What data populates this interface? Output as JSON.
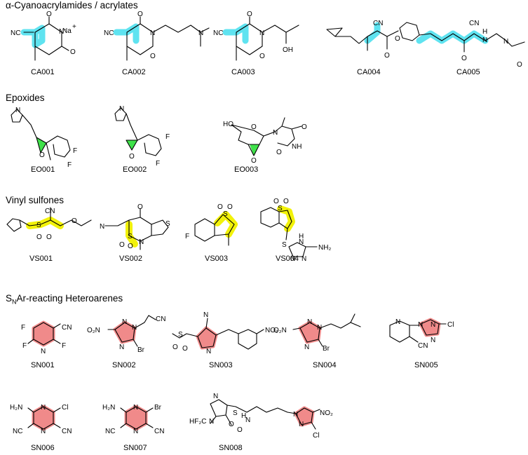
{
  "sections": {
    "cyano": "α-Cyanoacrylamides / acrylates",
    "epoxides": "Epoxides",
    "vinyl": "Vinyl sulfones",
    "snar_prefix": "S",
    "snar_sub": "N",
    "snar_suffix": "Ar-reacting Heteroarenes"
  },
  "compounds": {
    "CA001": "CA001",
    "CA002": "CA002",
    "CA003": "CA003",
    "CA004": "CA004",
    "CA005": "CA005",
    "EO001": "EO001",
    "EO002": "EO002",
    "EO003": "EO003",
    "VS001": "VS001",
    "VS002": "VS002",
    "VS003": "VS003",
    "VS004": "VS004",
    "SN001": "SN001",
    "SN002": "SN002",
    "SN003": "SN003",
    "SN004": "SN004",
    "SN005": "SN005",
    "SN006": "SN006",
    "SN007": "SN007",
    "SN008": "SN008"
  },
  "atoms": {
    "N": "N",
    "NC": "NC",
    "CN": "CN",
    "O": "O",
    "OH": "OH",
    "HO": "HO",
    "H": "H",
    "NH": "NH",
    "Na": "Na",
    "plus": "+",
    "minus": "-",
    "F": "F",
    "S": "S",
    "Br": "Br",
    "Cl": "Cl",
    "O2N": "O₂N",
    "NO2": "NO₂",
    "NH2": "NH₂",
    "H2N": "H₂N",
    "HF2C": "HF₂C"
  },
  "colors": {
    "michael_acceptor": "#5fe3f0",
    "epoxide": "#3fe24a",
    "vinyl_sulfone": "#f2f20a",
    "heteroarene": "#f08a8a"
  }
}
